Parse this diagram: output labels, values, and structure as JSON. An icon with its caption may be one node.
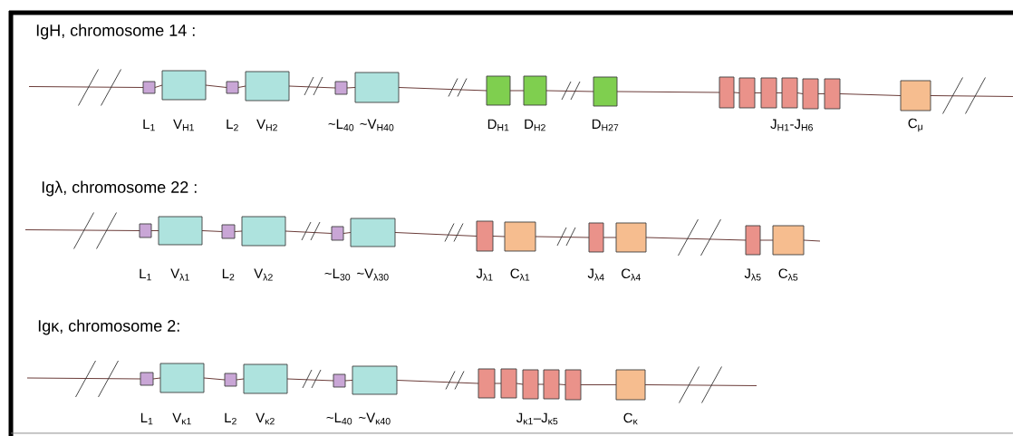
{
  "diagram": {
    "nodes": [
      {
        "text": [],
        "shape": "box",
        "beside": [
          "L$_{1}$"
        ]
      },
      {
        "text": [],
        "shape": "box",
        "beside": [
          "V$_{H1}$"
        ]
      },
      {
        "text": [],
        "shape": "box",
        "beside": [
          "L$_{2}$"
        ]
      },
      {
        "text": [],
        "shape": "box",
        "beside": [
          "V$_{H2}$"
        ]
      },
      {
        "text": [],
        "shape": "box",
        "beside": [
          "~L$_{40}$"
        ]
      },
      {
        "text": [],
        "shape": "box",
        "beside": [
          "~V$_{H40}$"
        ]
      },
      {
        "text": [],
        "shape": "box",
        "beside": [
          "D$_{H1}$"
        ]
      },
      {
        "text": [],
        "shape": "box",
        "beside": [
          "D$_{H2}$"
        ]
      },
      {
        "text": [],
        "shape": "box",
        "beside": [
          "D$_{H27}$"
        ]
      },
      {
        "text": [],
        "shape": "box"
      },
      {
        "text": [],
        "shape": "box"
      },
      {
        "text": [],
        "shape": "box"
      },
      {
        "text": [],
        "shape": "box"
      },
      {
        "text": [],
        "shape": "box"
      },
      {
        "text": [],
        "shape": "box"
      },
      {
        "text": [],
        "shape": "box",
        "beside": [
          "C$_{μ}$"
        ]
      },
      {
        "text": [],
        "shape": "box",
        "beside": [
          "L$_{1}$"
        ]
      },
      {
        "text": [],
        "shape": "box",
        "beside": [
          "V$_{λ1}$"
        ]
      },
      {
        "text": [],
        "shape": "box",
        "beside": [
          "L$_{2}$"
        ]
      },
      {
        "text": [],
        "shape": "box",
        "beside": [
          "V$_{λ2}$"
        ]
      },
      {
        "text": [],
        "shape": "box",
        "beside": [
          "~L$_{30}$"
        ]
      },
      {
        "text": [],
        "shape": "box",
        "beside": [
          "~V$_{λ30}$"
        ]
      },
      {
        "text": [],
        "shape": "box",
        "beside": [
          "J$_{λ1}$"
        ]
      },
      {
        "text": [],
        "shape": "box",
        "beside": [
          "C$_{λ1}$"
        ]
      },
      {
        "text": [],
        "shape": "box",
        "beside": [
          "J$_{λ4}$"
        ]
      },
      {
        "text": [],
        "shape": "box",
        "beside": [
          "C$_{λ4}$"
        ]
      },
      {
        "text": [],
        "shape": "box",
        "beside": [
          "J$_{λ5}$"
        ]
      },
      {
        "text": [],
        "shape": "box",
        "beside": [
          "C$_{λ5}$"
        ]
      },
      {
        "text": [],
        "shape": "box",
        "beside": [
          "L$_{1}$"
        ]
      },
      {
        "text": [],
        "shape": "box",
        "beside": [
          "V$_{κ1}$"
        ]
      },
      {
        "text": [],
        "shape": "box",
        "beside": [
          "L$_{2}$"
        ]
      },
      {
        "text": [],
        "shape": "box",
        "beside": [
          "V$_{κ2}$"
        ]
      },
      {
        "text": [],
        "shape": "box",
        "beside": [
          "~L$_{40}$"
        ]
      },
      {
        "text": [],
        "shape": "box",
        "beside": [
          "~V$_{κ40}$"
        ]
      },
      {
        "text": [],
        "shape": "box"
      },
      {
        "text": [],
        "shape": "box"
      },
      {
        "text": [],
        "shape": "box"
      },
      {
        "text": [],
        "shape": "box"
      },
      {
        "text": [],
        "shape": "box"
      },
      {
        "text": [],
        "shape": "box",
        "beside": [
          "C$_{κ}$"
        ]
      }
    ],
    "edges": [
      {
        "from": null,
        "to": 0,
        "arrow": "none"
      },
      {
        "from": 0,
        "to": 1,
        "arrow": "none"
      },
      {
        "from": 1,
        "to": 2,
        "arrow": "none"
      },
      {
        "from": 2,
        "to": 3,
        "arrow": "none"
      },
      {
        "from": 3,
        "to": 4,
        "arrow": "none"
      },
      {
        "from": 4,
        "to": 5,
        "arrow": "none"
      },
      {
        "from": 5,
        "to": 6,
        "arrow": "none"
      },
      {
        "from": 6,
        "to": 7,
        "arrow": "none"
      },
      {
        "from": 7,
        "to": 8,
        "arrow": "none"
      },
      {
        "from": 8,
        "to": 9,
        "arrow": "none"
      },
      {
        "from": 9,
        "to": 10,
        "arrow": "none"
      },
      {
        "from": 10,
        "to": 11,
        "arrow": "none"
      },
      {
        "from": 11,
        "to": 12,
        "arrow": "none"
      },
      {
        "from": 12,
        "to": 13,
        "arrow": "none"
      },
      {
        "from": 13,
        "to": 14,
        "arrow": "none"
      },
      {
        "from": 14,
        "to": 15,
        "arrow": "none"
      },
      {
        "from": 15,
        "to": null,
        "arrow": "none"
      },
      {
        "from": null,
        "to": 16,
        "arrow": "none"
      },
      {
        "from": 16,
        "to": 17,
        "arrow": "none"
      },
      {
        "from": 17,
        "to": 18,
        "arrow": "none"
      },
      {
        "from": 18,
        "to": 19,
        "arrow": "none"
      },
      {
        "from": 19,
        "to": 20,
        "arrow": "none"
      },
      {
        "from": 20,
        "to": 21,
        "arrow": "none"
      },
      {
        "from": 21,
        "to": 22,
        "arrow": "none"
      },
      {
        "from": 22,
        "to": 23,
        "arrow": "none"
      },
      {
        "from": 23,
        "to": 24,
        "arrow": "none"
      },
      {
        "from": 24,
        "to": 25,
        "arrow": "none"
      },
      {
        "from": 25,
        "to": 26,
        "arrow": "none"
      },
      {
        "from": 26,
        "to": 27,
        "arrow": "none"
      },
      {
        "from": 27,
        "to": null,
        "arrow": "none"
      },
      {
        "from": null,
        "to": 28,
        "arrow": "none"
      },
      {
        "from": 28,
        "to": 29,
        "arrow": "none"
      },
      {
        "from": 29,
        "to": 30,
        "arrow": "none"
      },
      {
        "from": 30,
        "to": 31,
        "arrow": "none"
      },
      {
        "from": 31,
        "to": 32,
        "arrow": "none"
      },
      {
        "from": 32,
        "to": 33,
        "arrow": "none"
      },
      {
        "from": 33,
        "to": 34,
        "arrow": "none"
      },
      {
        "from": 34,
        "to": 35,
        "arrow": "none"
      },
      {
        "from": 35,
        "to": 36,
        "arrow": "none"
      },
      {
        "from": 36,
        "to": 37,
        "arrow": "none"
      },
      {
        "from": 37,
        "to": 38,
        "arrow": "none"
      },
      {
        "from": 38,
        "to": 39,
        "arrow": "none"
      },
      {
        "from": 39,
        "to": null,
        "arrow": "none"
      }
    ],
    "labels": [
      "IgH, chromosome 14 :",
      "J$_{H1}$-J$_{H6}$",
      "Igλ, chromosome 22 :",
      "Igκ, chromosome 2:",
      "J$_{κ1}$–J$_{κ5}$"
    ]
  }
}
